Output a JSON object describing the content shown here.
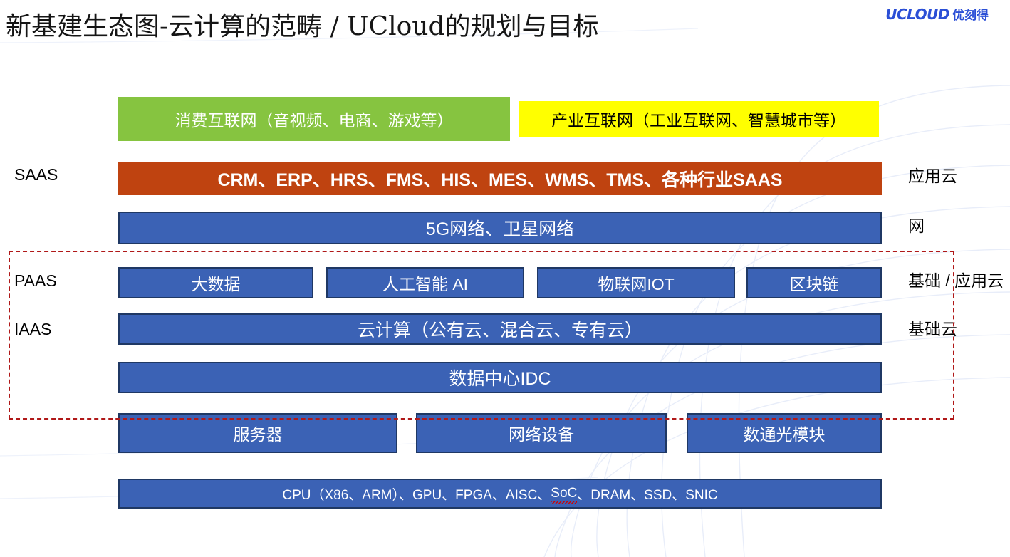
{
  "header": {
    "title": "新基建生态图-云计算的范畴 / UCloud的规划与目标",
    "logo_en": "UCLOUD",
    "logo_cn": "优刻得"
  },
  "top_segments": [
    {
      "label": "消费互联网（音视频、电商、游戏等）",
      "color": "#86c440",
      "text_color": "#ffffff"
    },
    {
      "label": "产业互联网（工业互联网、智慧城市等）",
      "color": "#ffff00",
      "text_color": "#000000"
    }
  ],
  "layers": [
    {
      "left_label": "SAAS",
      "right_label": "应用云",
      "boxes": [
        {
          "label": "CRM、ERP、HRS、FMS、HIS、MES、WMS、TMS、各种行业SAAS"
        }
      ]
    },
    {
      "left_label": "",
      "right_label": "网",
      "boxes": [
        {
          "label": "5G网络、卫星网络"
        }
      ]
    },
    {
      "left_label": "PAAS",
      "right_label": "基础 / 应用云",
      "boxes": [
        {
          "label": "大数据"
        },
        {
          "label": "人工智能 AI"
        },
        {
          "label": "物联网IOT"
        },
        {
          "label": "区块链"
        }
      ]
    },
    {
      "left_label": "IAAS",
      "right_label": "基础云",
      "boxes": [
        {
          "label": "云计算（公有云、混合云、专有云）"
        }
      ]
    },
    {
      "left_label": "",
      "right_label": "",
      "boxes": [
        {
          "label": "数据中心IDC"
        }
      ]
    },
    {
      "left_label": "",
      "right_label": "",
      "boxes": [
        {
          "label": "服务器"
        },
        {
          "label": "网络设备"
        },
        {
          "label": "数通光模块"
        }
      ]
    }
  ],
  "hardware_row": {
    "prefix": "CPU（X86、ARM）、GPU、FPGA、AISC、",
    "misspelled": "SoC",
    "suffix": "、DRAM、SSD、SNIC"
  },
  "colors": {
    "blue_fill": "#3b62b5",
    "blue_border": "#1f3864",
    "orange_fill": "#bf4310",
    "green_fill": "#86c440",
    "yellow_fill": "#ffff00",
    "highlight_border": "#b01818",
    "brand": "#2b4fd6"
  }
}
